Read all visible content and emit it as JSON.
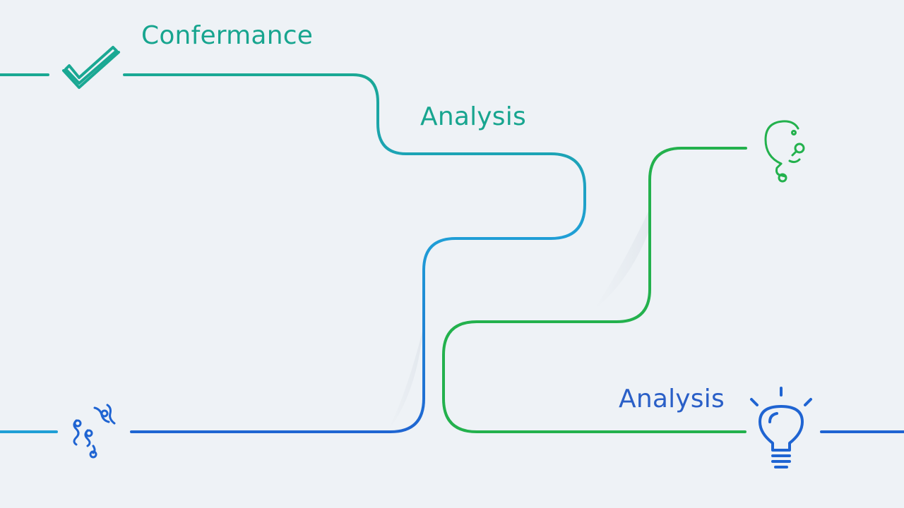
{
  "labels": {
    "confermance": "Confermance",
    "analysis_mid": "Analysis",
    "analysis_bottom": "Analysis"
  },
  "colors": {
    "background": "#eef2f6",
    "teal": "#1aa893",
    "teal_text": "#17a58f",
    "green": "#23b14d",
    "cyan": "#1f9fd6",
    "blue": "#1f64d2",
    "blue_text": "#2a5fc7"
  },
  "icons": {
    "top_left": "checkmark-icon",
    "bottom_left": "squiggle-icon",
    "top_right": "head-idea-icon",
    "bottom_right": "lightbulb-icon"
  }
}
